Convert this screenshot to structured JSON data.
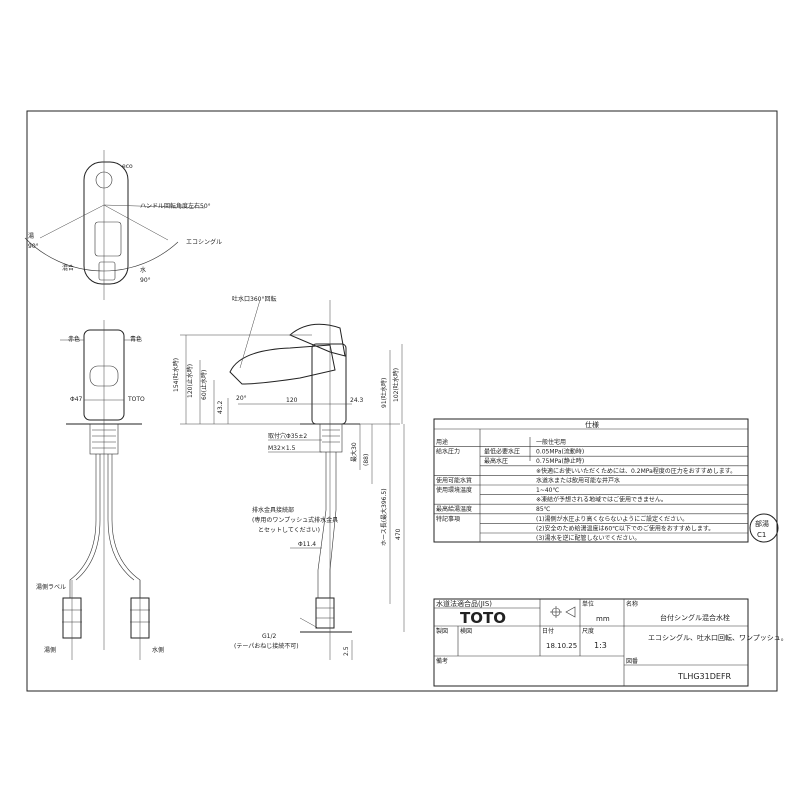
{
  "top_view": {
    "eco_label": "eco",
    "handle_angle_label": "ハンドル回転角度左右50°",
    "eco_single_label": "エコシングル",
    "hot_label": "湯",
    "hot_angle": "90°",
    "mix_label": "混合",
    "water_label": "水",
    "water_angle": "90°"
  },
  "front_view": {
    "red_label": "赤色",
    "blue_label": "青色",
    "diameter_label": "Φ47",
    "brand_label": "TOTO",
    "hot_label_tag": "湯側ラベル",
    "hot_side": "湯側",
    "water_side": "水側"
  },
  "side_view": {
    "spout_rotation": "吐水口360°回転",
    "dims": {
      "d154": "154(吐水時)",
      "d120": "120(止水時)",
      "d60": "60(止水時)",
      "d43": "43.2",
      "angle20": "20°",
      "d120h": "120",
      "d24": "24.3",
      "d91": "91(吐水時)",
      "d102": "102(吐水時)",
      "d30": "最大30",
      "d88": "(88)",
      "d396": "ホース長(最大396.5)",
      "d470": "470",
      "d11": "Φ11.4",
      "d25": "2.5"
    },
    "mount_hole": "取付穴Φ35±2",
    "thread": "M32×1.5",
    "drain_note_1": "排水金具接続部",
    "drain_note_2": "(専用のワンプッシュ式排水金具",
    "drain_note_3": "とセットしてください)",
    "pipe_thread": "G1/2",
    "pipe_thread_note": "(テーパおねじ接続不可)"
  },
  "spec_table": {
    "title": "仕様",
    "rows": [
      {
        "c1": "用途",
        "c2": "",
        "c3": "一般住宅用"
      },
      {
        "c1": "給水圧力",
        "c2": "最低必要水圧",
        "c3": "0.05MPa(流動時)"
      },
      {
        "c1": "",
        "c2": "最高水圧",
        "c3": "0.75MPa(静止時)"
      },
      {
        "c1": "",
        "c2": "",
        "c3": "※快適にお使いいただくためには、0.2MPa程度の圧力をおすすめします。"
      },
      {
        "c1": "使用可能水質",
        "c2": "",
        "c3": "水道水または飲用可能な井戸水"
      },
      {
        "c1": "使用環境温度",
        "c2": "",
        "c3": "1~40℃"
      },
      {
        "c1": "",
        "c2": "",
        "c3": "※凍結が予想される地域ではご使用できません。"
      },
      {
        "c1": "最高給湯温度",
        "c2": "",
        "c3": "85℃"
      },
      {
        "c1": "特記事項",
        "c2": "",
        "c3": "(1)湯側が水圧より高くならないようにご設定ください。"
      },
      {
        "c1": "",
        "c2": "",
        "c3": "(2)安全のため給湯温度は60℃以下でのご使用をおすすめします。"
      },
      {
        "c1": "",
        "c2": "",
        "c3": "(3)湯水を逆に配管しないでください。"
      }
    ]
  },
  "stamp": {
    "line1": "部湯",
    "line2": "C1"
  },
  "title_block": {
    "standard": "水道法適合品(JIS)",
    "brand": "TOTO",
    "unit_label": "単位",
    "unit": "mm",
    "name_label": "名称",
    "name": "台付シングル混合水栓",
    "drawn_label": "製図",
    "checked_label": "検図",
    "date_label": "日付",
    "date": "18.10.25",
    "scale_label": "尺度",
    "scale": "1:3",
    "desc": "エコシングル、吐水口回転、ワンプッシュ。",
    "note_label": "備考",
    "drawing_label": "図番",
    "drawing_no": "TLHG31DEFR"
  }
}
